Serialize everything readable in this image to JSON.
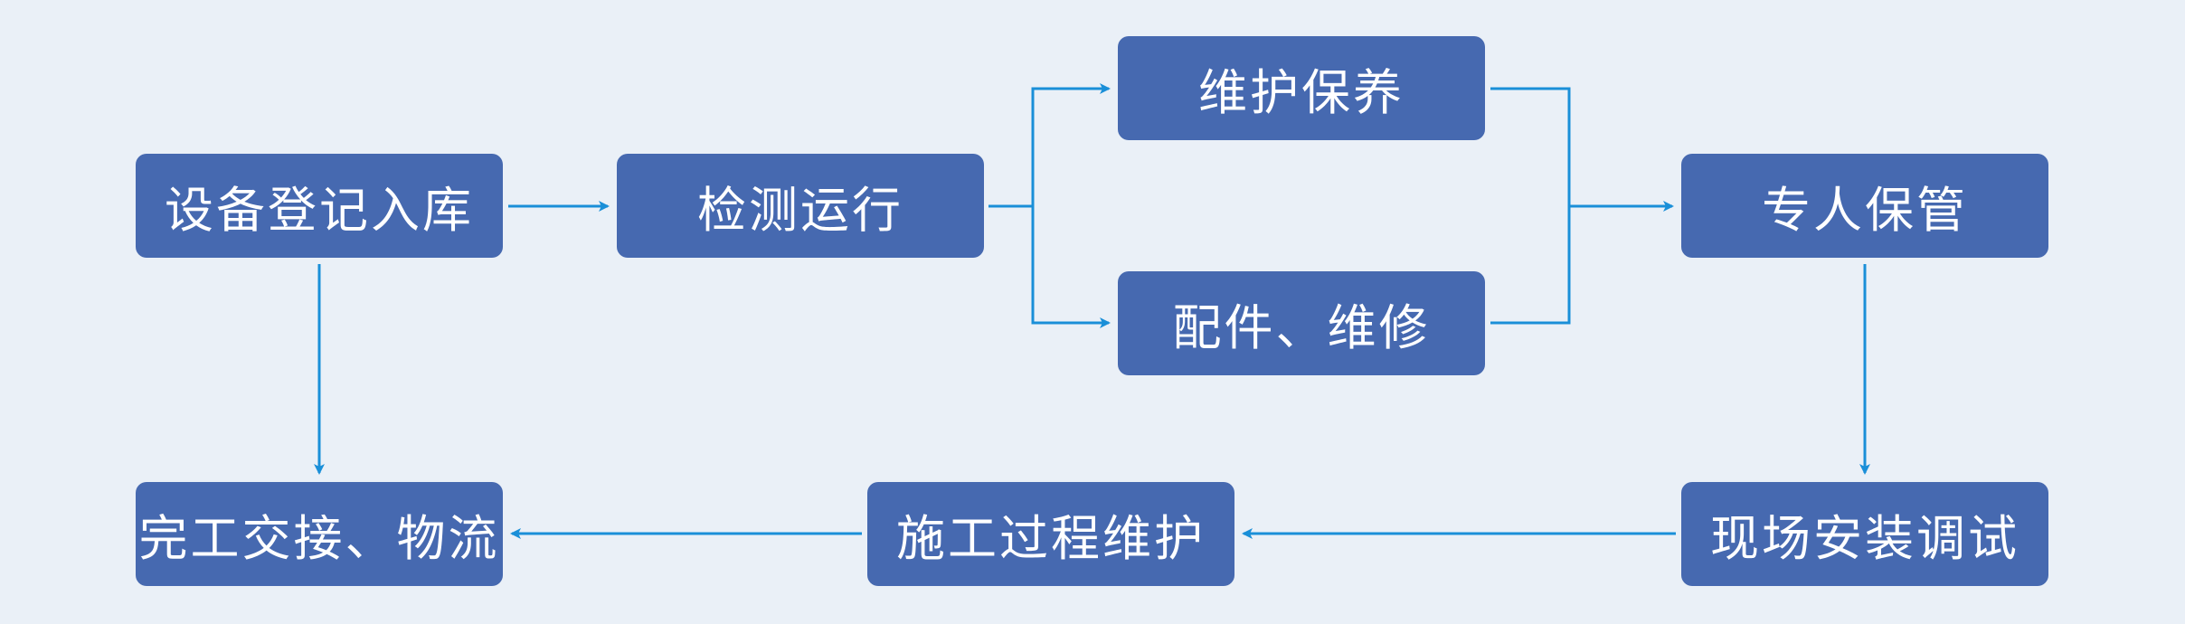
{
  "colors": {
    "background": "#eaf0f7",
    "node_fill": "#4669b0",
    "node_text": "#ffffff",
    "connector": "#1a8fd8"
  },
  "nodes": {
    "register": "设备登记入库",
    "inspect": "检测运行",
    "maintain": "维护保养",
    "parts_repair": "配件、维修",
    "custody": "专人保管",
    "install_debug": "现场安装调试",
    "process_maintain": "施工过程维护",
    "handover": "完工交接、物流"
  }
}
